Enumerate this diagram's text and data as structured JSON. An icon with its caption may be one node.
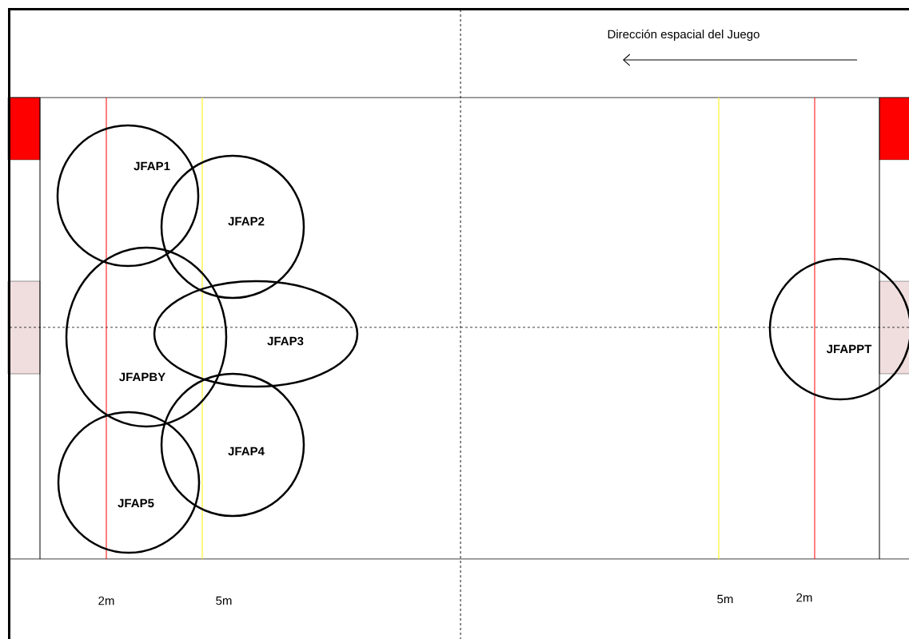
{
  "diagram": {
    "nodes": [
      {
        "text": [
          "JFAP1"
        ]
      },
      {
        "text": [
          "JFAP2"
        ]
      },
      {
        "text": [
          "JFAPBY"
        ]
      },
      {
        "text": [
          "JFAP3"
        ]
      },
      {
        "text": [
          "JFAP4"
        ]
      },
      {
        "text": [
          "JFAP5"
        ]
      },
      {
        "text": [
          "JFAPPT"
        ]
      }
    ],
    "labels": [
      "Dirección espacial del Juego",
      "2m",
      "5m",
      "5m",
      "2m"
    ]
  }
}
